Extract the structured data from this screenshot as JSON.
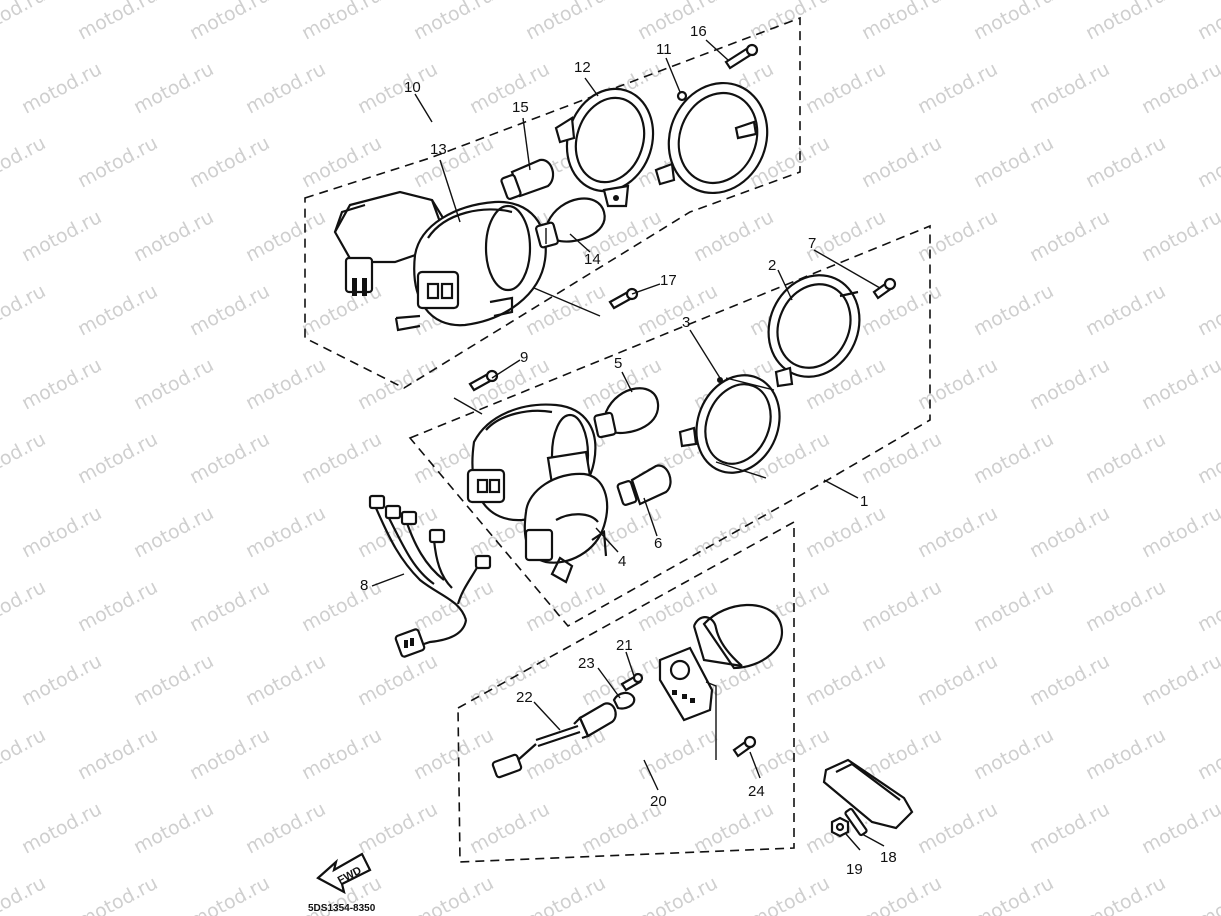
{
  "watermark": {
    "text": "motod.ru"
  },
  "document": {
    "code": "5DS1354-8350"
  },
  "direction": {
    "label": "FWD"
  },
  "callouts": {
    "c1": "1",
    "c2": "2",
    "c3": "3",
    "c4": "4",
    "c5": "5",
    "c6": "6",
    "c7": "7",
    "c8": "8",
    "c9": "9",
    "c10": "10",
    "c11": "11",
    "c12": "12",
    "c13": "13",
    "c14": "14",
    "c15": "15",
    "c16": "16",
    "c17": "17",
    "c18": "18",
    "c19": "19",
    "c20": "20",
    "c21": "21",
    "c22": "22",
    "c23": "23",
    "c24": "24"
  }
}
